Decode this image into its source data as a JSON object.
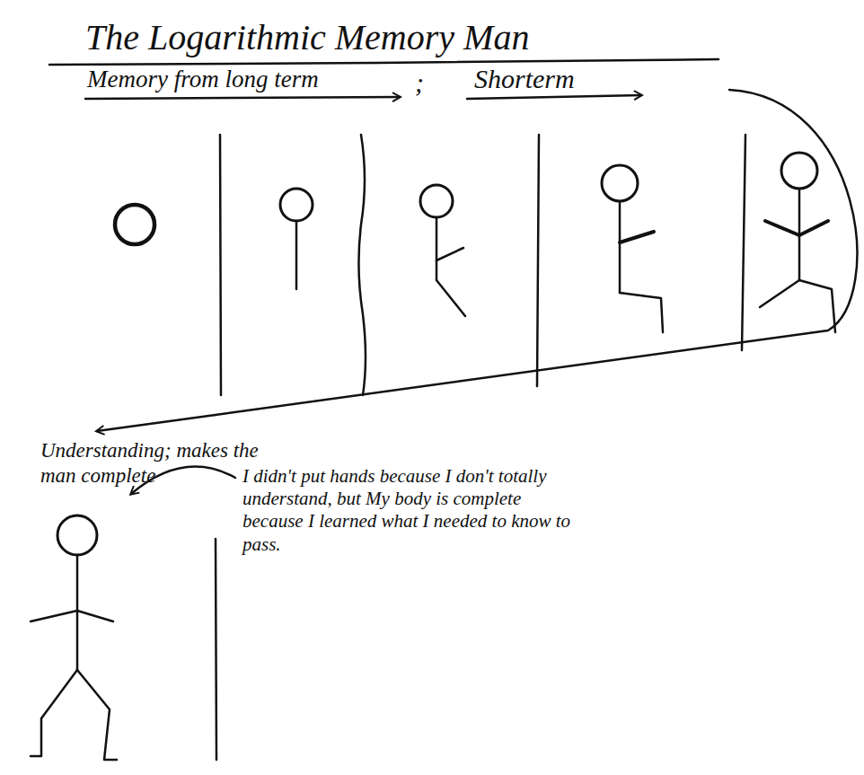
{
  "diagram": {
    "title": "The Logarithmic Memory Man",
    "labels": [
      "Memory from long term",
      ";",
      "Shorterm",
      "Understanding; makes the man complete",
      "I didn't put hands because I don't totally understand, but My body is complete because I learned what I needed to know to pass."
    ]
  }
}
